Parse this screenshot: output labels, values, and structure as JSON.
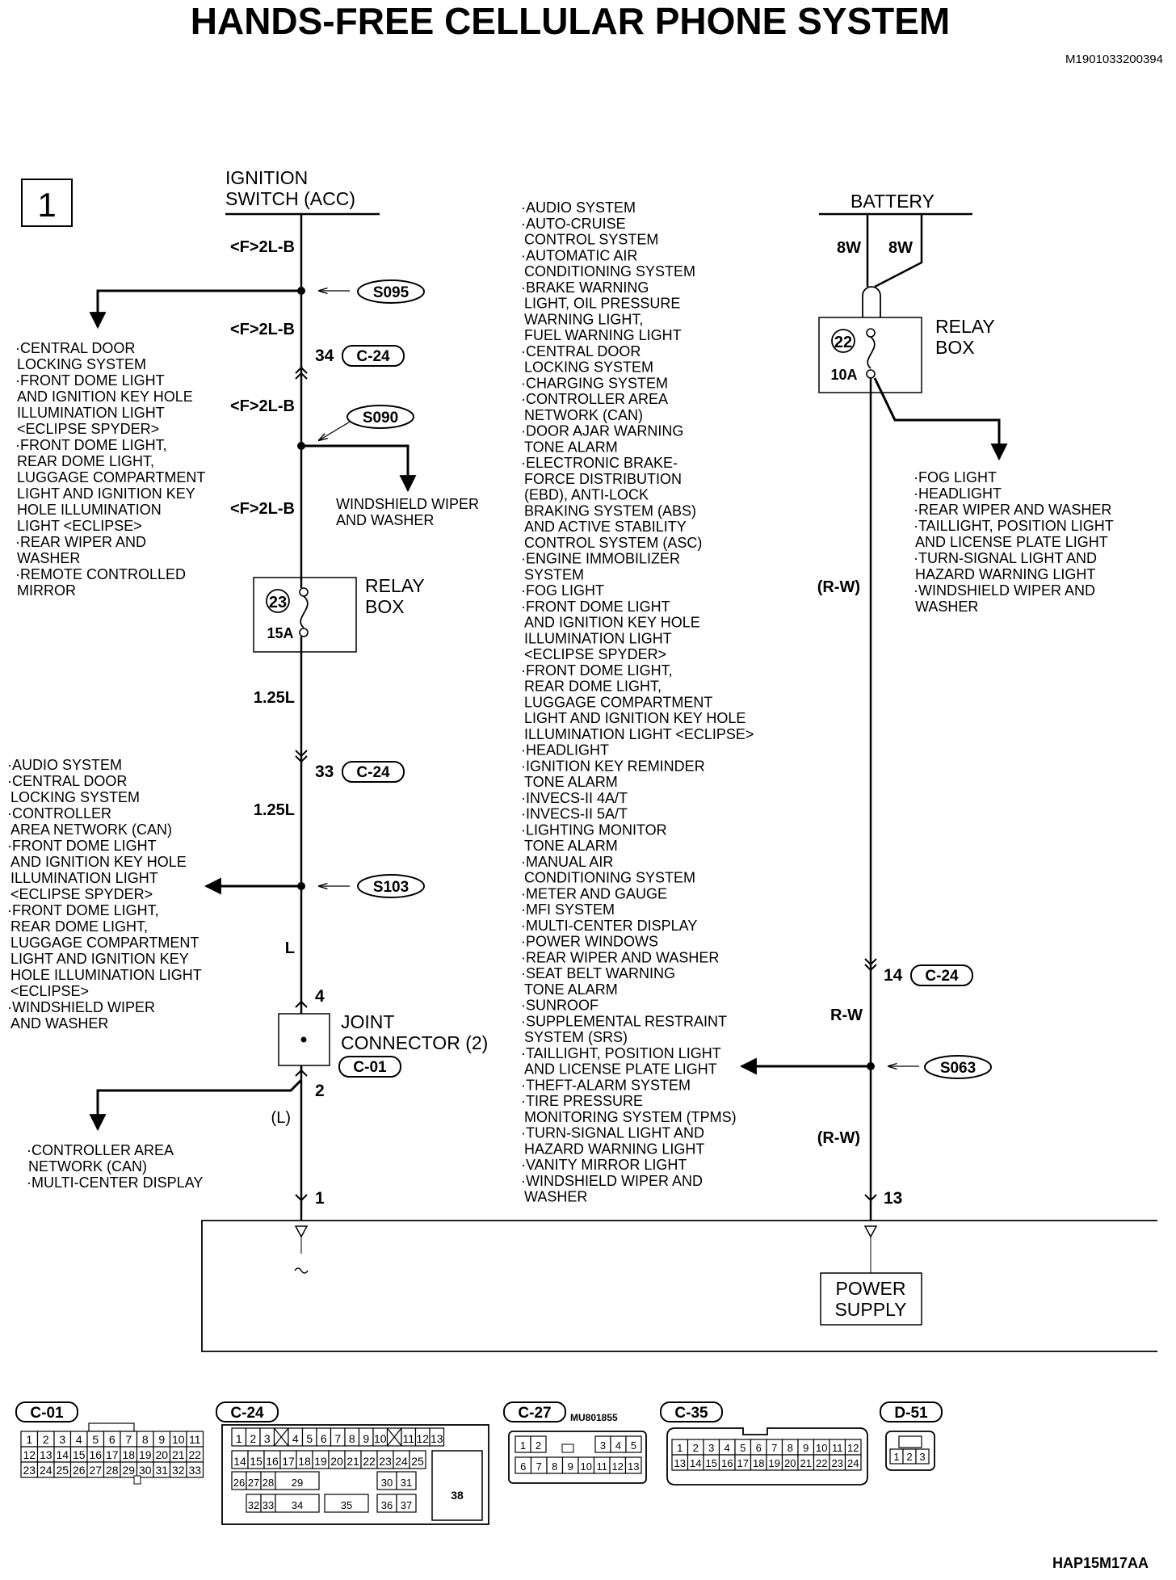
{
  "title": "HANDS-FREE CELLULAR PHONE SYSTEM",
  "doc_code": "M1901033200394",
  "page_number": "1",
  "figure_code": "HAP15M17AA",
  "left_column": {
    "source_label_1": "IGNITION",
    "source_label_2": "SWITCH (ACC)",
    "wires": [
      "<F>2L-B",
      "<F>2L-B",
      "<F>2L-B",
      "<F>2L-B",
      "1.25L",
      "1.25L",
      "L",
      "(L)"
    ],
    "splices": {
      "s095": "S095",
      "s090": "S090",
      "s103": "S103"
    },
    "pins": {
      "p34": "34",
      "p33": "33",
      "p4": "4",
      "p2": "2",
      "p1": "1"
    },
    "connector_c24": "C-24",
    "connector_c01": "C-01",
    "relay": {
      "number": "23",
      "fuse": "15A",
      "label_1": "RELAY",
      "label_2": "BOX"
    },
    "joint_connector_1": "JOINT",
    "joint_connector_2": "CONNECTOR (2)",
    "wiper_branch": [
      "WINDSHIELD WIPER",
      "AND WASHER"
    ],
    "branch_s095": [
      "·CENTRAL DOOR",
      "LOCKING SYSTEM",
      "·FRONT DOME LIGHT",
      "AND IGNITION KEY HOLE",
      "ILLUMINATION LIGHT",
      "<ECLIPSE SPYDER>",
      "·FRONT DOME LIGHT,",
      "REAR DOME LIGHT,",
      "LUGGAGE COMPARTMENT",
      "LIGHT AND IGNITION KEY",
      "HOLE ILLUMINATION",
      "LIGHT <ECLIPSE>",
      "·REAR WIPER AND",
      "WASHER",
      "·REMOTE CONTROLLED",
      "MIRROR"
    ],
    "branch_s103": [
      "·AUDIO SYSTEM",
      "·CENTRAL DOOR",
      "LOCKING SYSTEM",
      "·CONTROLLER",
      "AREA NETWORK (CAN)",
      "·FRONT DOME LIGHT",
      "AND IGNITION KEY HOLE",
      "ILLUMINATION LIGHT",
      "<ECLIPSE SPYDER>",
      "·FRONT DOME LIGHT,",
      "REAR DOME LIGHT,",
      "LUGGAGE COMPARTMENT",
      "LIGHT AND IGNITION KEY",
      "HOLE ILLUMINATION LIGHT",
      "<ECLIPSE>",
      "·WINDSHIELD WIPER",
      "AND WASHER"
    ],
    "branch_c01": [
      "·CONTROLLER AREA",
      "NETWORK (CAN)",
      "·MULTI-CENTER DISPLAY"
    ]
  },
  "center_list": [
    "·AUDIO SYSTEM",
    "·AUTO-CRUISE",
    "CONTROL SYSTEM",
    "·AUTOMATIC AIR",
    "CONDITIONING SYSTEM",
    "·BRAKE WARNING",
    "LIGHT, OIL PRESSURE",
    "WARNING LIGHT,",
    "FUEL WARNING LIGHT",
    "·CENTRAL DOOR",
    "LOCKING SYSTEM",
    "·CHARGING SYSTEM",
    "·CONTROLLER AREA",
    "NETWORK (CAN)",
    "·DOOR AJAR WARNING",
    "TONE ALARM",
    "·ELECTRONIC BRAKE-",
    "FORCE DISTRIBUTION",
    "(EBD), ANTI-LOCK",
    "BRAKING SYSTEM (ABS)",
    "AND ACTIVE STABILITY",
    "CONTROL SYSTEM (ASC)",
    "·ENGINE IMMOBILIZER",
    "SYSTEM",
    "·FOG LIGHT",
    "·FRONT DOME LIGHT",
    "AND IGNITION KEY HOLE",
    "ILLUMINATION LIGHT",
    "<ECLIPSE SPYDER>",
    "·FRONT DOME LIGHT,",
    "REAR DOME LIGHT,",
    "LUGGAGE COMPARTMENT",
    "LIGHT AND IGNITION KEY HOLE",
    "ILLUMINATION LIGHT <ECLIPSE>",
    "·HEADLIGHT",
    "·IGNITION KEY REMINDER",
    "TONE ALARM",
    "·INVECS-II 4A/T",
    "·INVECS-II 5A/T",
    "·LIGHTING MONITOR",
    "TONE ALARM",
    "·MANUAL AIR",
    "CONDITIONING SYSTEM",
    "·METER AND GAUGE",
    "·MFI SYSTEM",
    "·MULTI-CENTER DISPLAY",
    "·POWER WINDOWS",
    "·REAR WIPER AND WASHER",
    "·SEAT BELT WARNING",
    "TONE ALARM",
    "·SUNROOF",
    "·SUPPLEMENTAL RESTRAINT",
    "SYSTEM (SRS)",
    "·TAILLIGHT, POSITION LIGHT",
    "AND LICENSE PLATE LIGHT",
    "·THEFT-ALARM SYSTEM",
    "·TIRE PRESSURE",
    "MONITORING SYSTEM (TPMS)",
    "·TURN-SIGNAL LIGHT AND",
    "HAZARD WARNING LIGHT",
    "·VANITY MIRROR LIGHT",
    "·WINDSHIELD WIPER AND",
    "WASHER"
  ],
  "right_column": {
    "source_label": "BATTERY",
    "wire_8w_a": "8W",
    "wire_8w_b": "8W",
    "relay": {
      "number": "22",
      "fuse": "10A",
      "label_1": "RELAY",
      "label_2": "BOX"
    },
    "branch_relay": [
      "·FOG LIGHT",
      "·HEADLIGHT",
      "·REAR WIPER AND WASHER",
      "·TAILLIGHT, POSITION LIGHT",
      "AND LICENSE PLATE LIGHT",
      "·TURN-SIGNAL LIGHT AND",
      "HAZARD WARNING LIGHT",
      "·WINDSHIELD WIPER AND",
      "WASHER"
    ],
    "wires": [
      "(R-W)",
      "R-W",
      "(R-W)"
    ],
    "pin_14": "14",
    "connector_c24": "C-24",
    "splice_s063": "S063",
    "pin_13": "13",
    "power_supply_1": "POWER",
    "power_supply_2": "SUPPLY"
  },
  "connectors": {
    "c01": {
      "label": "C-01",
      "rows": [
        [
          "1",
          "2",
          "3",
          "4",
          "5",
          "6",
          "7",
          "8",
          "9",
          "10",
          "11"
        ],
        [
          "12",
          "13",
          "14",
          "15",
          "16",
          "17",
          "18",
          "19",
          "20",
          "21",
          "22"
        ],
        [
          "23",
          "24",
          "25",
          "26",
          "27",
          "28",
          "29",
          "30",
          "31",
          "32",
          "33"
        ]
      ]
    },
    "c24": {
      "label": "C-24",
      "row1": [
        "1",
        "2",
        "3",
        "",
        "4",
        "5",
        "6",
        "7",
        "8",
        "9",
        "10",
        "",
        "11",
        "12",
        "13"
      ],
      "row2": [
        "14",
        "15",
        "16",
        "17",
        "18",
        "19",
        "20",
        "21",
        "22",
        "23",
        "24",
        "25"
      ],
      "row3": [
        "26",
        "27",
        "28",
        "29",
        "30",
        "31"
      ],
      "row4": [
        "32",
        "33",
        "34",
        "35",
        "36",
        "37"
      ],
      "big": "38"
    },
    "c27": {
      "label": "C-27",
      "part": "MU801855",
      "row1": [
        "1",
        "2",
        "3",
        "4",
        "5"
      ],
      "row2": [
        "6",
        "7",
        "8",
        "9",
        "10",
        "11",
        "12",
        "13"
      ]
    },
    "c35": {
      "label": "C-35",
      "row1": [
        "1",
        "2",
        "3",
        "4",
        "5",
        "6",
        "7",
        "8",
        "9",
        "10",
        "11",
        "12"
      ],
      "row2": [
        "13",
        "14",
        "15",
        "16",
        "17",
        "18",
        "19",
        "20",
        "21",
        "22",
        "23",
        "24"
      ]
    },
    "d51": {
      "label": "D-51",
      "row1": [
        "1",
        "2",
        "3"
      ]
    }
  }
}
